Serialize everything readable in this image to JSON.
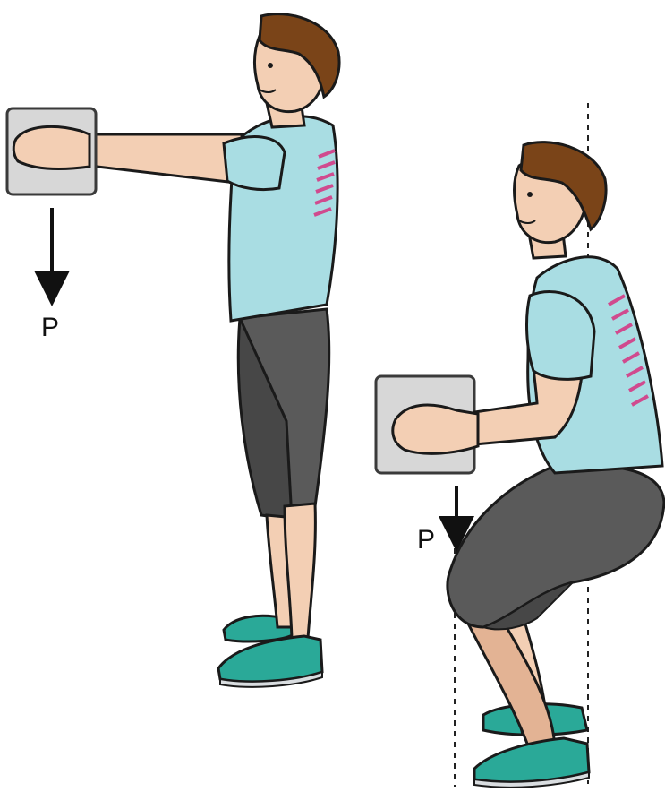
{
  "figure": {
    "panels": [
      {
        "id": "standing",
        "load_label": "P"
      },
      {
        "id": "squatting",
        "load_label": "P"
      }
    ]
  },
  "colors": {
    "shirt": "#a9dde3",
    "shirt_shade": "#8ccbd3",
    "pants": "#5a5a5a",
    "pants_shade": "#474747",
    "skin": "#f3cfb4",
    "skin_shade": "#e3b394",
    "hair": "#7a4418",
    "shoe": "#2aa998",
    "shoe_sole": "#d9dde0",
    "box": "#d7d7d7",
    "box_stroke": "#3a3a3a",
    "back_strain": "#d04a8e",
    "outline": "#1a1a1a",
    "arrow": "#111111",
    "guide_line": "#222222"
  }
}
